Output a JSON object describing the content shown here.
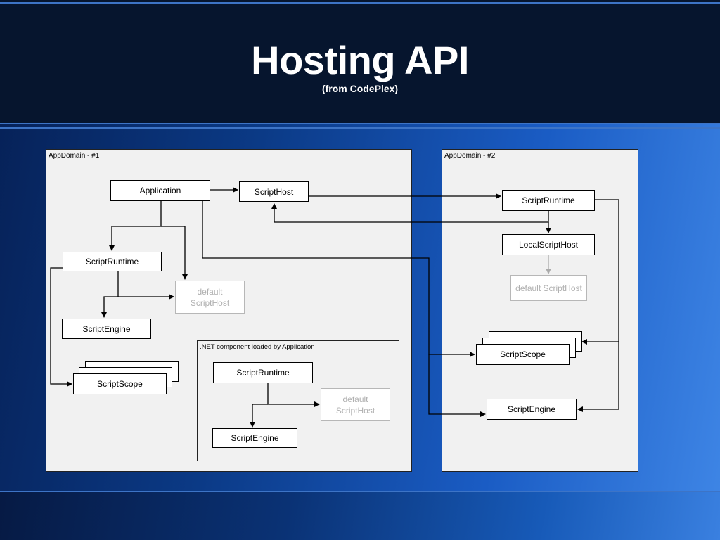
{
  "slide": {
    "title": "Hosting API",
    "subtitle": "(from CodePlex)"
  },
  "domain1": {
    "label": "AppDomain - #1",
    "application": "Application",
    "script_host": "ScriptHost",
    "script_runtime": "ScriptRuntime",
    "default_host_line1": "default",
    "default_host_line2": "ScriptHost",
    "script_engine": "ScriptEngine",
    "script_scope": "ScriptScope",
    "net_component": {
      "label": ".NET component loaded by Application",
      "script_runtime": "ScriptRuntime",
      "default_host_line1": "default",
      "default_host_line2": "ScriptHost",
      "script_engine": "ScriptEngine"
    }
  },
  "domain2": {
    "label": "AppDomain - #2",
    "script_runtime": "ScriptRuntime",
    "local_script_host": "LocalScriptHost",
    "default_host": "default ScriptHost",
    "script_scope": "ScriptScope",
    "script_engine": "ScriptEngine"
  },
  "colors": {
    "header_bg": "#06152e",
    "panel_bg": "#f1f1f1",
    "grey_box": "#b0b0b0"
  }
}
